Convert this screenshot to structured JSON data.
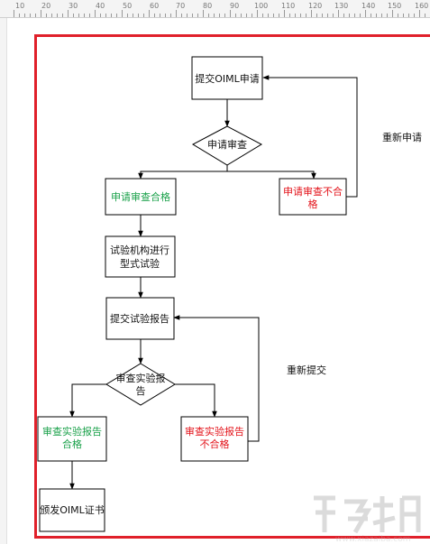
{
  "ruler": {
    "labels": [
      "10",
      "20",
      "30",
      "40",
      "50",
      "60",
      "70",
      "80",
      "90",
      "100",
      "110",
      "120",
      "130",
      "140",
      "150",
      "160"
    ]
  },
  "nodes": {
    "submit_application": "提交OIML申请",
    "application_review": "申请审查",
    "review_pass": "申请审查合格",
    "review_fail_line1": "申请审查不合",
    "review_fail_line2": "格",
    "type_test_line1": "试验机构进行",
    "type_test_line2": "型式试验",
    "submit_report": "提交试验报告",
    "report_review_line1": "审查实验报",
    "report_review_line2": "告",
    "report_pass_line1": "审查实验报告",
    "report_pass_line2": "合格",
    "report_fail_line1": "审查实验报告",
    "report_fail_line2": "不合格",
    "issue_certificate": "颁发OIML证书"
  },
  "edge_labels": {
    "reapply": "重新申请",
    "resubmit": "重新提交"
  },
  "colors": {
    "frame": "#e0202a",
    "pass": "#1aa14a",
    "fail": "#e3131a",
    "line": "#000000"
  },
  "watermark": {
    "url": "www.xiazaiba.com"
  }
}
